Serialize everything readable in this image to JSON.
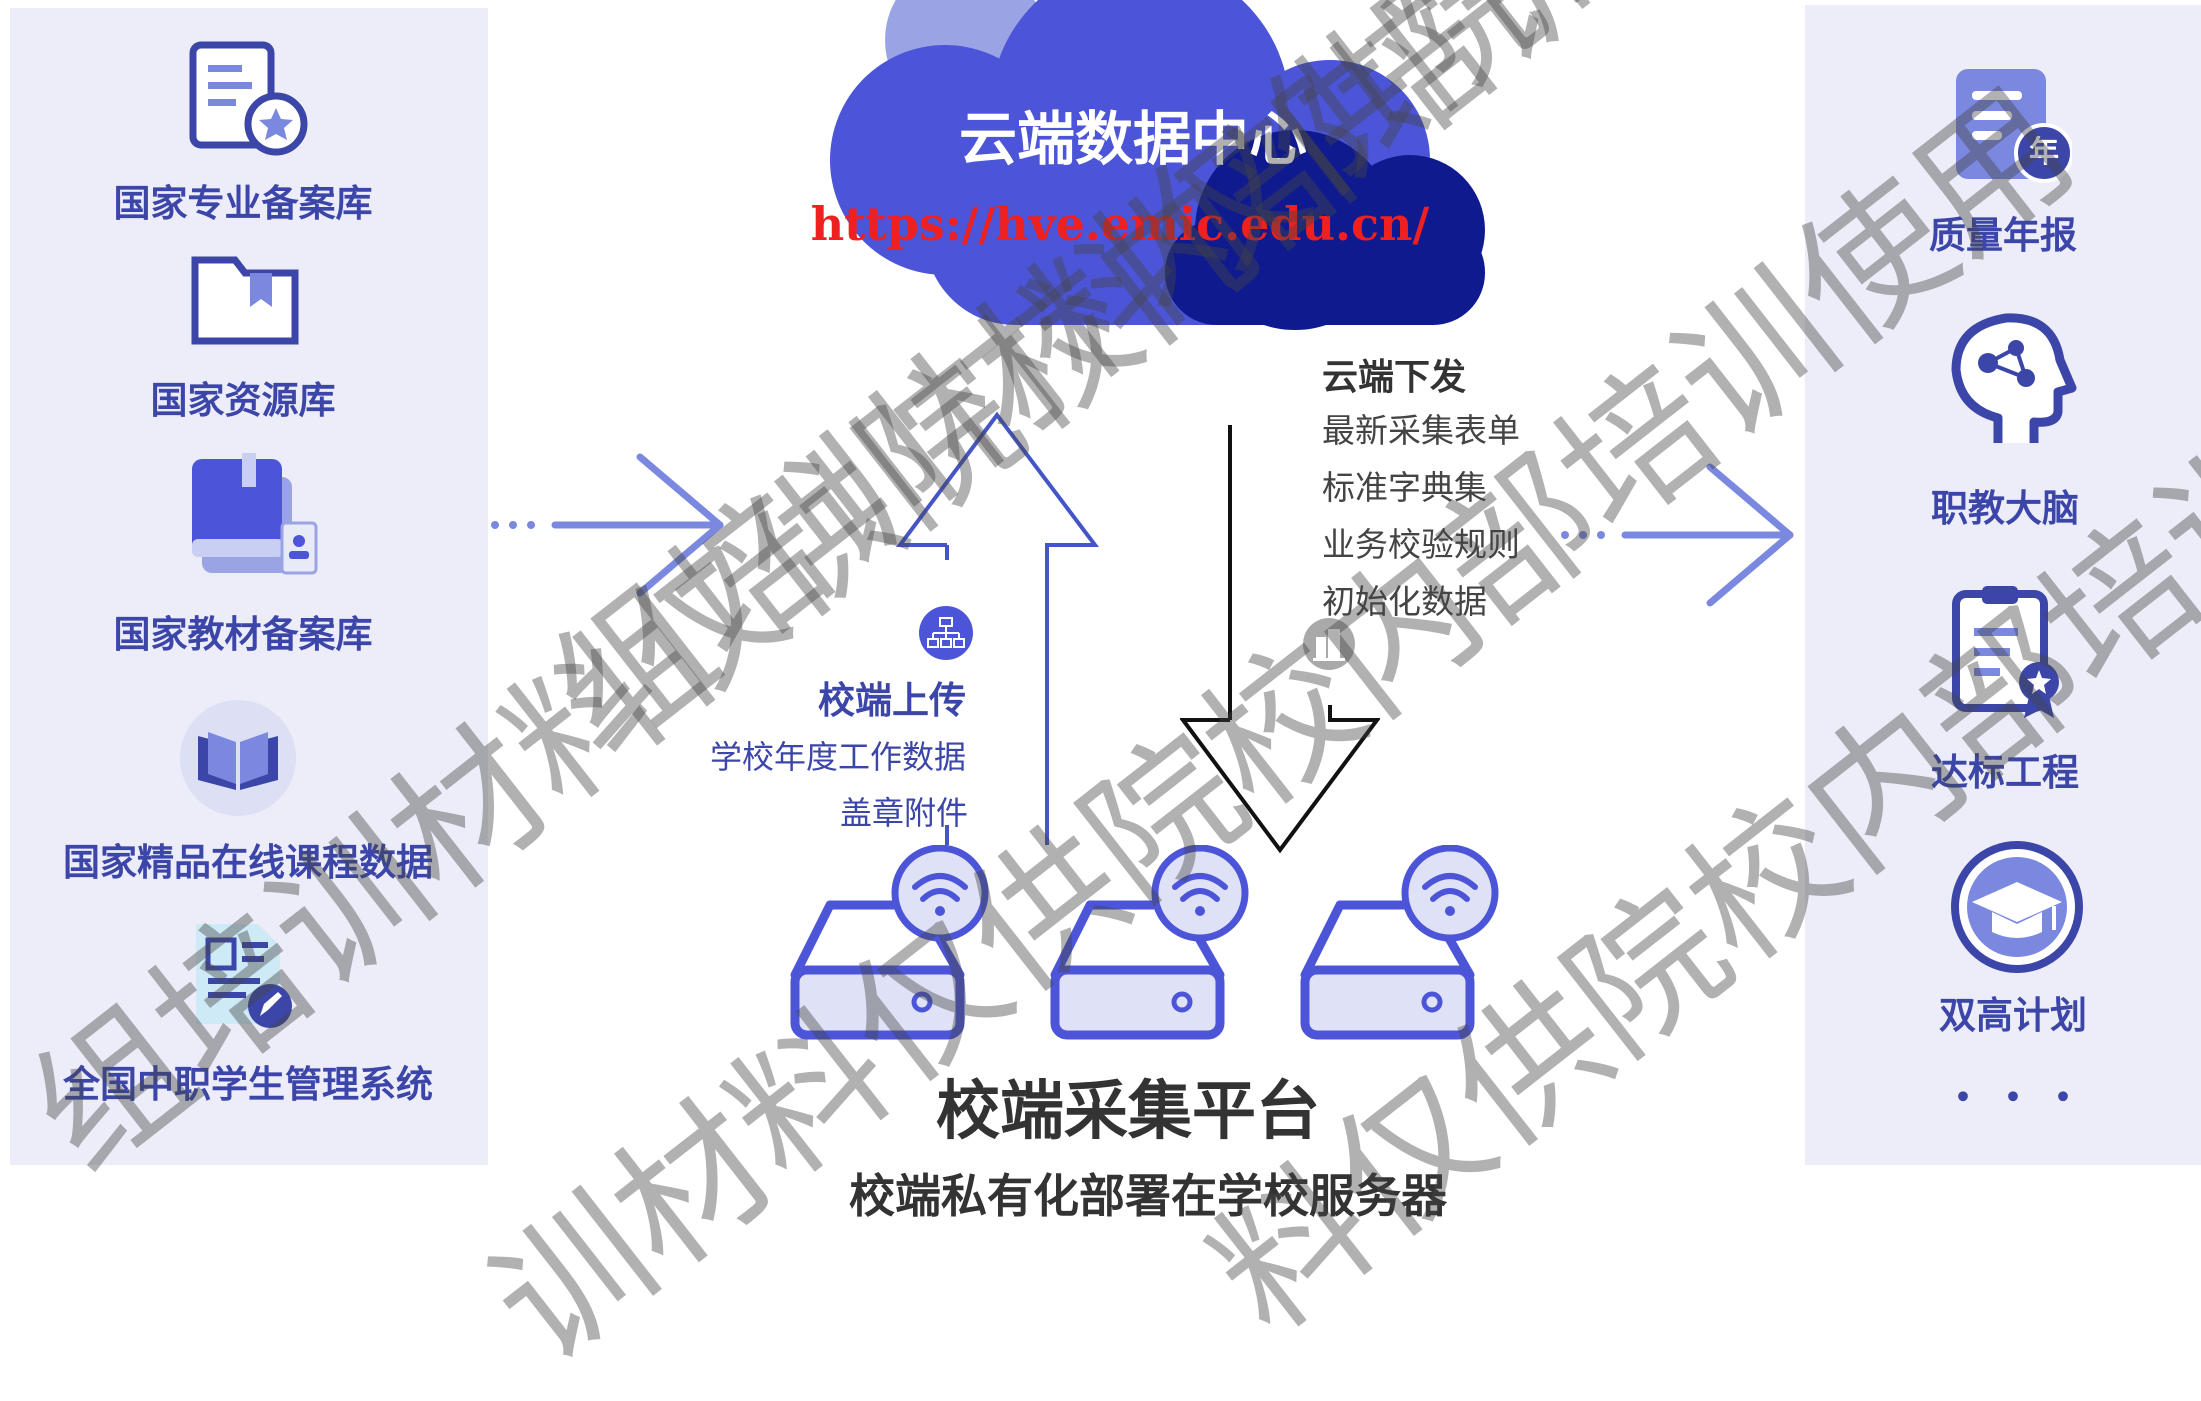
{
  "left_items": [
    {
      "label": "国家专业备案库",
      "icon": "document-star-icon"
    },
    {
      "label": "国家资源库",
      "icon": "folder-icon"
    },
    {
      "label": "国家教材备案库",
      "icon": "books-icon"
    },
    {
      "label": "国家精品在线课程数据",
      "icon": "open-book-icon"
    },
    {
      "label": "全国中职学生管理系统",
      "icon": "id-card-edit-icon"
    }
  ],
  "right_items": [
    {
      "label": "质量年报",
      "icon": "annual-report-icon",
      "badge": "年"
    },
    {
      "label": "职教大脑",
      "icon": "brain-head-icon"
    },
    {
      "label": "达标工程",
      "icon": "clipboard-award-icon"
    },
    {
      "label": "双高计划",
      "icon": "graduation-cap-icon"
    }
  ],
  "right_more": "・・・",
  "cloud": {
    "title": "云端数据中心",
    "url": "https://hve.emic.edu.cn/"
  },
  "download": {
    "title": "云端下发",
    "items": [
      "最新采集表单",
      "标准字典集",
      "业务校验规则",
      "初始化数据"
    ]
  },
  "upload": {
    "title": "校端上传",
    "items": [
      "学校年度工作数据",
      "盖章附件"
    ]
  },
  "platform": {
    "title": "校端采集平台",
    "subtitle": "校端私有化部署在学校服务器"
  },
  "watermark": [
    "组培训材料仅供院校内部培训使",
    "训材料仅供院校内部培训使用",
    "组培训材料仅供院校内部培训",
    "料仅供院校内部培训使用"
  ],
  "colors": {
    "panel_bg": "#ecedf8",
    "label_blue": "#3c46a8",
    "cloud_light": "#4c55d8",
    "cloud_dark": "#0e1a8e",
    "url_red": "#ee2020",
    "arrow_blue": "#4455c8",
    "dash_blue": "#7b88e0"
  }
}
